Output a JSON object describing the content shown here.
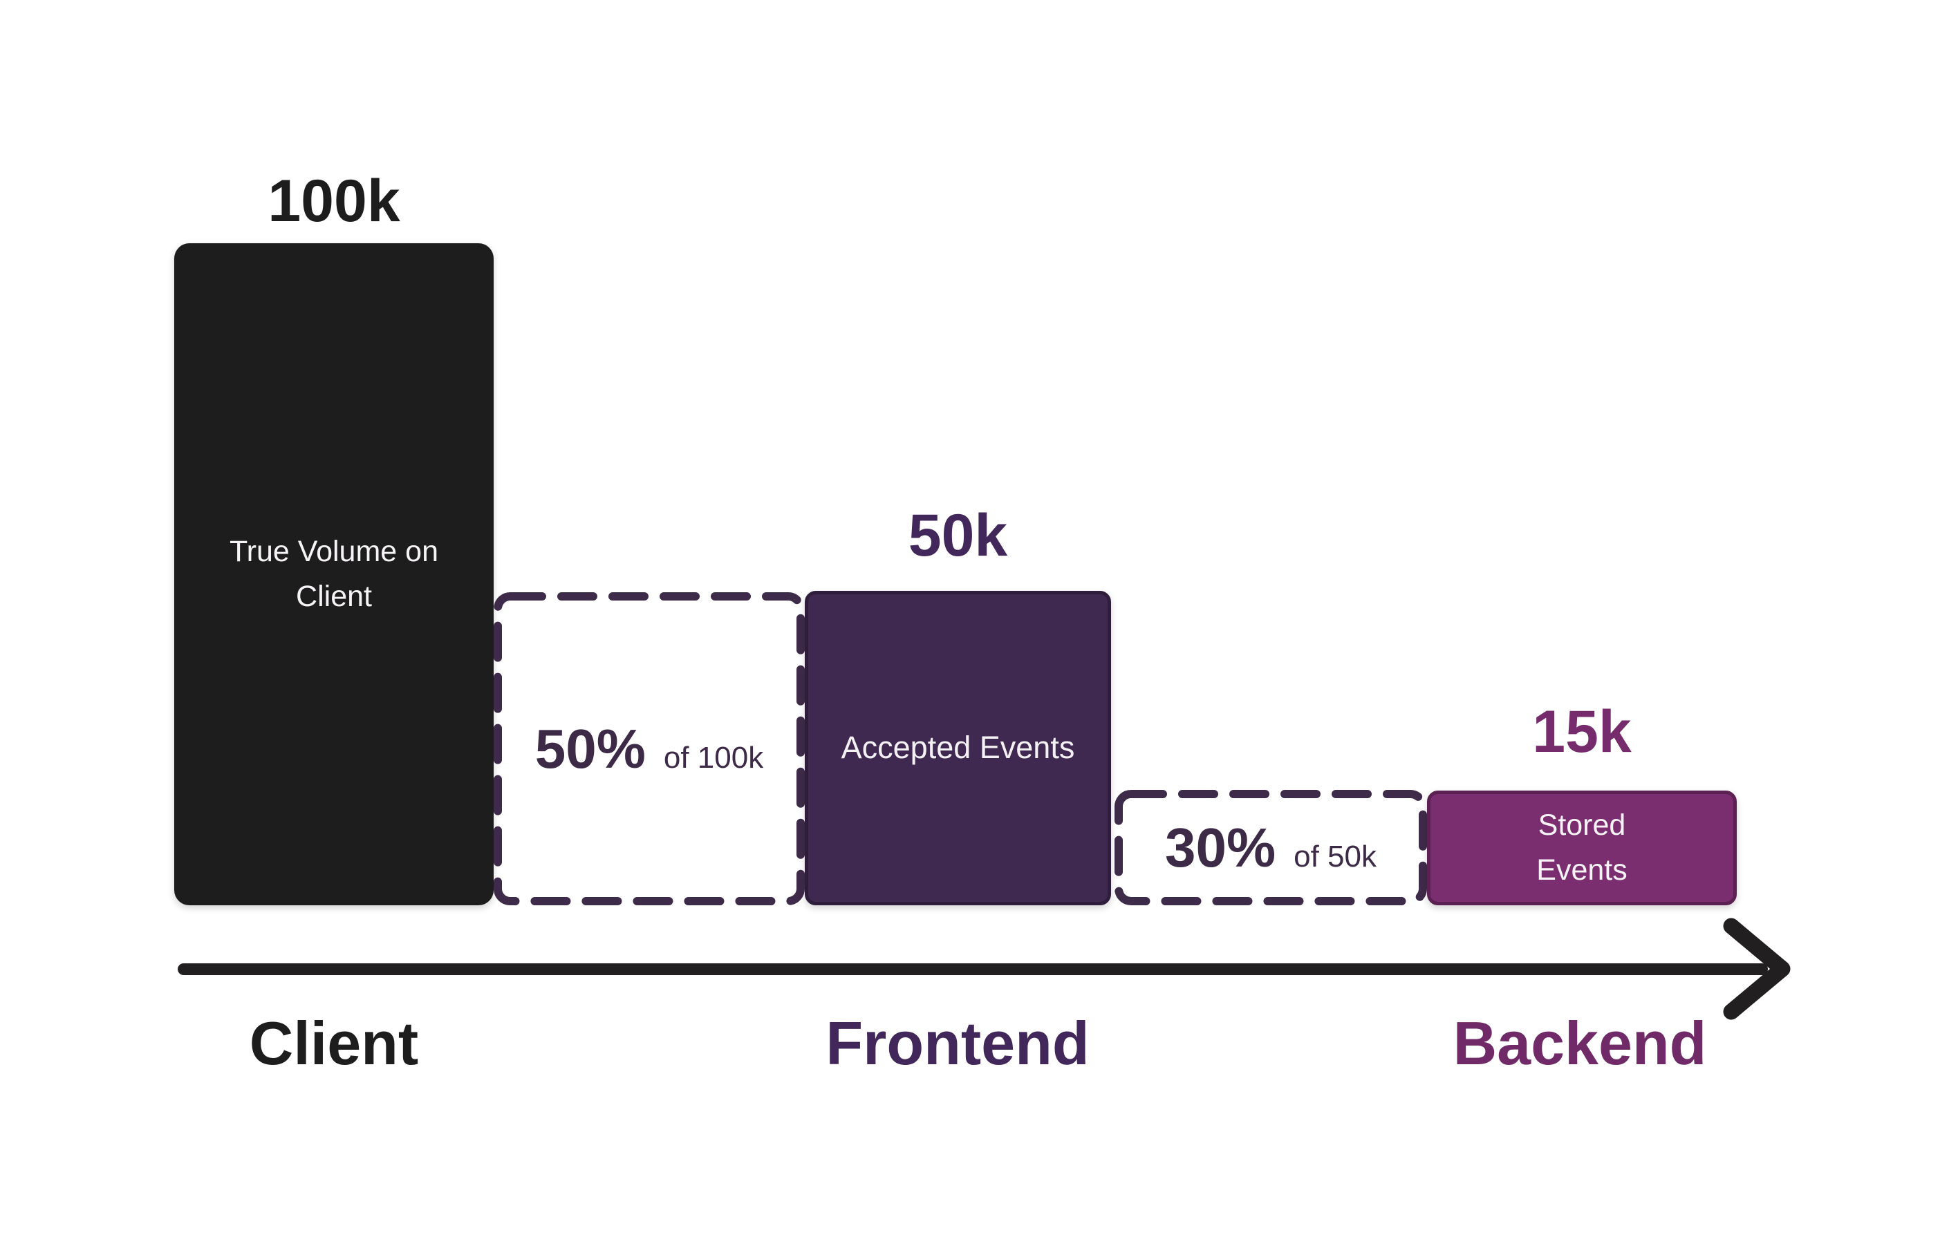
{
  "chart_data": {
    "type": "bar",
    "subtype": "funnel-waterfall",
    "title": "",
    "categories": [
      "Client",
      "Frontend",
      "Backend"
    ],
    "values": [
      100000,
      50000,
      15000
    ],
    "value_labels": [
      "100k",
      "50k",
      "15k"
    ],
    "bar_labels": [
      "True Volume on Client",
      "Accepted Events",
      "Stored Events"
    ],
    "transitions": [
      {
        "percent": "50%",
        "of": "of 100k",
        "retained_fraction": 0.5,
        "from": "Client",
        "to": "Frontend"
      },
      {
        "percent": "30%",
        "of": "of 50k",
        "retained_fraction": 0.3,
        "from": "Frontend",
        "to": "Backend"
      }
    ],
    "axis": {
      "direction": "left-to-right",
      "arrow": true,
      "baseline": "shared bottom baseline above arrow"
    },
    "legend_position": "none",
    "grid": false,
    "colors": {
      "background": "#ffffff",
      "client_bar": "#1e1d1d",
      "frontend_bar": "#3f2951",
      "frontend_bar_border": "#2e1d3b",
      "backend_bar": "#7b2e6f",
      "backend_bar_border": "#5b2153",
      "dashed_outline": "#3e2b49",
      "percent_text": "#3c2a47",
      "value_100k_text": "#1e1d1d",
      "value_50k_text": "#42275a",
      "value_15k_text": "#752b6c",
      "label_client_text": "#1e1d1d",
      "label_frontend_text": "#42275a",
      "label_backend_text": "#702a68",
      "bar_text": "#f7f4f7",
      "arrow": "#221f20"
    }
  }
}
